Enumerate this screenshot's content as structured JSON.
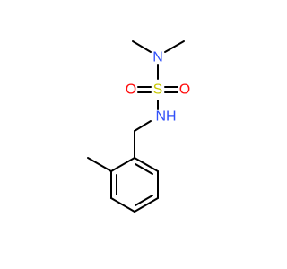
{
  "molecule": {
    "atoms": {
      "n_top": {
        "symbol": "N",
        "color": "#3050F8"
      },
      "s": {
        "symbol": "S",
        "color": "#C8C800"
      },
      "o_left": {
        "symbol": "O",
        "color": "#FF0D0D"
      },
      "o_right": {
        "symbol": "O",
        "color": "#FF0D0D"
      },
      "nh": {
        "symbol": "NH",
        "color": "#3050F8"
      }
    },
    "bond_color": "#000000"
  }
}
